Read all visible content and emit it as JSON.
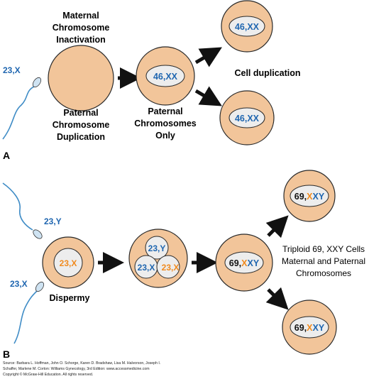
{
  "colors": {
    "cell_fill": "#F2C59A",
    "cell_stroke": "#2a2a2a",
    "nucleus_fill": "#EDEDED",
    "maternal_blue": "#1f66b0",
    "paternal_orange": "#f08a1e",
    "text_dark": "#111111",
    "sperm_head": "#cfe3f2",
    "sperm_tail": "#3f8cc6"
  },
  "panel_a": {
    "label": "A",
    "sperm_label": "23,X",
    "top_text": [
      "Maternal",
      "Chromosome",
      "Inactivation"
    ],
    "bottom_text": [
      "Paternal",
      "Chromosome",
      "Duplication"
    ],
    "middle_cell": "46,XX",
    "middle_text": [
      "Paternal",
      "Chromosomes",
      "Only"
    ],
    "daughter_top": "46,XX",
    "daughter_bottom": "46,XX",
    "duplication_label": "Cell duplication"
  },
  "panel_b": {
    "label": "B",
    "sperm_top_label": "23,Y",
    "sperm_bottom_label": "23,X",
    "egg_nucleus": "23,X",
    "dispermy_label": "Dispermy",
    "pronuclei": [
      "23,Y",
      "23,X",
      "23,X"
    ],
    "triploid_cell": {
      "prefix": "69,",
      "xx": "X",
      "x2": "X",
      "y": "Y"
    },
    "daughter_top": {
      "prefix": "69,",
      "xx": "X",
      "x2": "X",
      "y": "Y"
    },
    "daughter_bottom": {
      "prefix": "69,",
      "xx": "X",
      "x2": "X",
      "y": "Y"
    },
    "triploid_text": [
      "Triploid 69, XXY Cells",
      "Maternal and Paternal",
      "Chromosomes"
    ]
  },
  "caption": [
    "Source: Barbara L. Hoffman, John O. Schorge, Karen D. Bradshaw, Lisa M. Halvorson, Joseph I.",
    "Schaffer, Marlene M. Corton: Williams Gynecology, 3rd Edition: www.accessmedicine.com",
    "Copyright © McGraw-Hill Education. All rights reserved."
  ]
}
